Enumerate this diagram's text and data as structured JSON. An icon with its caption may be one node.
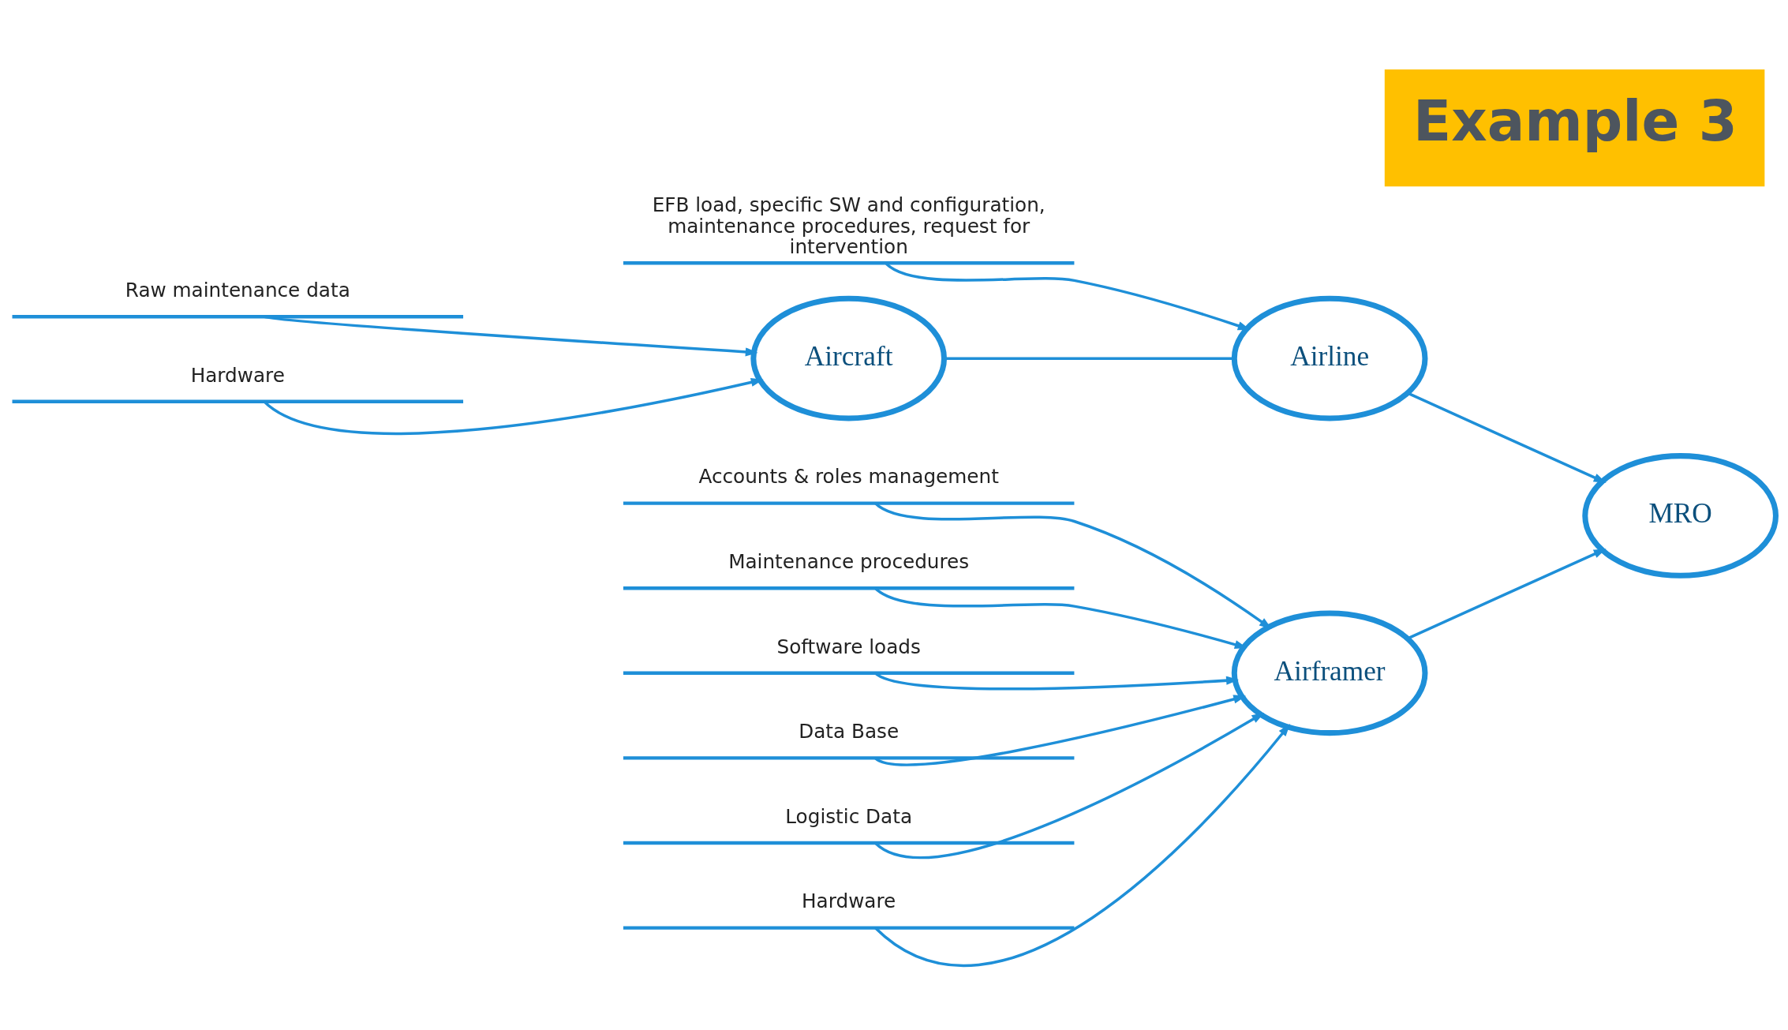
{
  "diagram": {
    "title": "Example 3",
    "nodes": [
      {
        "text": [
          "Accounts & roles management"
        ]
      },
      {
        "text": [
          "Maintenance procedures"
        ]
      },
      {
        "text": [
          "Software loads"
        ]
      },
      {
        "text": [
          "Data Base"
        ]
      },
      {
        "text": [
          "Logistic Data"
        ]
      },
      {
        "text": [
          "Hardware"
        ]
      },
      {
        "text": [
          "Airframer"
        ]
      },
      {
        "text": [
          "MRO"
        ]
      },
      {
        "text": [
          "EFB load, specific SW and configuration, maintenance procedures, request for intervention"
        ]
      },
      {
        "text": [
          "Airline"
        ]
      },
      {
        "text": [
          "Raw maintenance data"
        ]
      },
      {
        "text": [
          "Hardware"
        ]
      },
      {
        "text": [
          "Aircraft"
        ]
      }
    ],
    "edges": [
      {
        "from": 0,
        "to": 6,
        "arrow": "to"
      },
      {
        "from": 1,
        "to": 6,
        "arrow": "to"
      },
      {
        "from": 2,
        "to": 6,
        "arrow": "to"
      },
      {
        "from": 3,
        "to": 6,
        "arrow": "to"
      },
      {
        "from": 4,
        "to": 6,
        "arrow": "to"
      },
      {
        "from": 5,
        "to": 6,
        "arrow": "to"
      },
      {
        "from": 6,
        "to": 7,
        "arrow": "to"
      },
      {
        "from": 9,
        "to": 7,
        "arrow": "to"
      },
      {
        "from": 8,
        "to": 9,
        "arrow": "to"
      },
      {
        "from": 12,
        "to": 9,
        "arrow": "none"
      },
      {
        "from": 10,
        "to": 12,
        "arrow": "to"
      },
      {
        "from": 11,
        "to": 12,
        "arrow": "to"
      }
    ]
  }
}
